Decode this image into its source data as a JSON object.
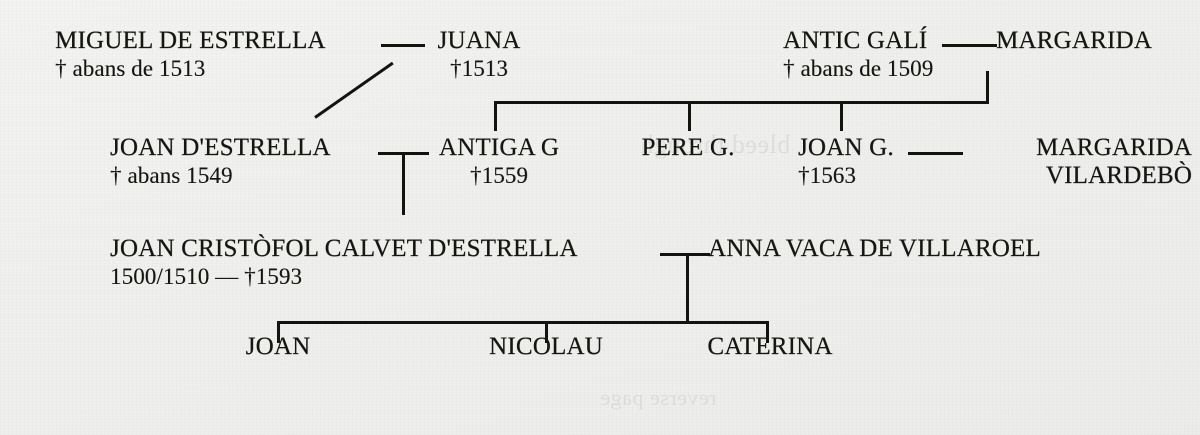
{
  "chart_data": {
    "type": "diagram",
    "diagram_kind": "genealogical-family-tree",
    "title": "",
    "generations": 4,
    "people": [
      {
        "id": "miguel",
        "name": "MIGUEL DE ESTRELLA",
        "date": "† abans de 1513",
        "generation": 1
      },
      {
        "id": "juana",
        "name": "JUANA",
        "date": "†1513",
        "generation": 1
      },
      {
        "id": "antic",
        "name": "ANTIC GALÍ",
        "date": "† abans de 1509",
        "generation": 1
      },
      {
        "id": "margarida",
        "name": "MARGARIDA",
        "date": "",
        "generation": 1
      },
      {
        "id": "joan_e",
        "name": "JOAN D'ESTRELLA",
        "date": "† abans 1549",
        "generation": 2
      },
      {
        "id": "antiga",
        "name": "ANTIGA G",
        "date": "†1559",
        "generation": 2
      },
      {
        "id": "pere",
        "name": "PERE G.",
        "date": "",
        "generation": 2
      },
      {
        "id": "joan_g",
        "name": "JOAN G.",
        "date": "†1563",
        "generation": 2
      },
      {
        "id": "marg_v",
        "name": "MARGARIDA",
        "name2": "VILARDEBÒ",
        "date": "",
        "generation": 2
      },
      {
        "id": "calvet",
        "name": "JOAN CRISTÒFOL CALVET D'ESTRELLA",
        "date": "1500/1510 — †1593",
        "generation": 3
      },
      {
        "id": "anna",
        "name": "ANNA VACA DE VILLAROEL",
        "date": "",
        "generation": 3
      },
      {
        "id": "joan_c",
        "name": "JOAN",
        "date": "",
        "generation": 4
      },
      {
        "id": "nicolau",
        "name": "NICOLAU",
        "date": "",
        "generation": 4
      },
      {
        "id": "caterina",
        "name": "CATERINA",
        "date": "",
        "generation": 4
      }
    ],
    "marriages": [
      {
        "spouses": [
          "miguel",
          "juana"
        ],
        "children": [
          "joan_e"
        ]
      },
      {
        "spouses": [
          "antic",
          "margarida"
        ],
        "children": [
          "antiga",
          "pere",
          "joan_g"
        ]
      },
      {
        "spouses": [
          "joan_e",
          "antiga"
        ],
        "children": [
          "calvet"
        ]
      },
      {
        "spouses": [
          "joan_g",
          "marg_v"
        ],
        "children": []
      },
      {
        "spouses": [
          "calvet",
          "anna"
        ],
        "children": [
          "joan_c",
          "nicolau",
          "caterina"
        ]
      }
    ],
    "line_color": "#14130e",
    "background_color": "#f1f1ef"
  },
  "row1": {
    "miguel": {
      "name": "MIGUEL DE ESTRELLA",
      "date": "† abans de 1513"
    },
    "juana": {
      "name": "JUANA",
      "date": "†1513"
    },
    "antic": {
      "name": "ANTIC GALÍ",
      "date": "† abans de 1509"
    },
    "margarida": {
      "name": "MARGARIDA",
      "date": ""
    }
  },
  "row2": {
    "joan_estrella": {
      "name": "JOAN D'ESTRELLA",
      "date": "† abans 1549"
    },
    "antiga": {
      "name": "ANTIGA G",
      "date": "†1559"
    },
    "pere": {
      "name": "PERE G.",
      "date": ""
    },
    "joan_g": {
      "name": "JOAN G.",
      "date": "†1563"
    },
    "margarida_v": {
      "name": "MARGARIDA",
      "name2": "VILARDEBÒ",
      "date": ""
    }
  },
  "row3": {
    "calvet": {
      "name": "JOAN CRISTÒFOL CALVET D'ESTRELLA",
      "date": "1500/1510 — †1593"
    },
    "anna": {
      "name": "ANNA VACA DE VILLAROEL",
      "date": ""
    }
  },
  "row4": {
    "joan": {
      "name": "JOAN"
    },
    "nicolau": {
      "name": "NICOLAU"
    },
    "caterina": {
      "name": "CATERINA"
    }
  },
  "ghost_text": {
    "line1": "bleed through",
    "line2": "reverse page"
  }
}
